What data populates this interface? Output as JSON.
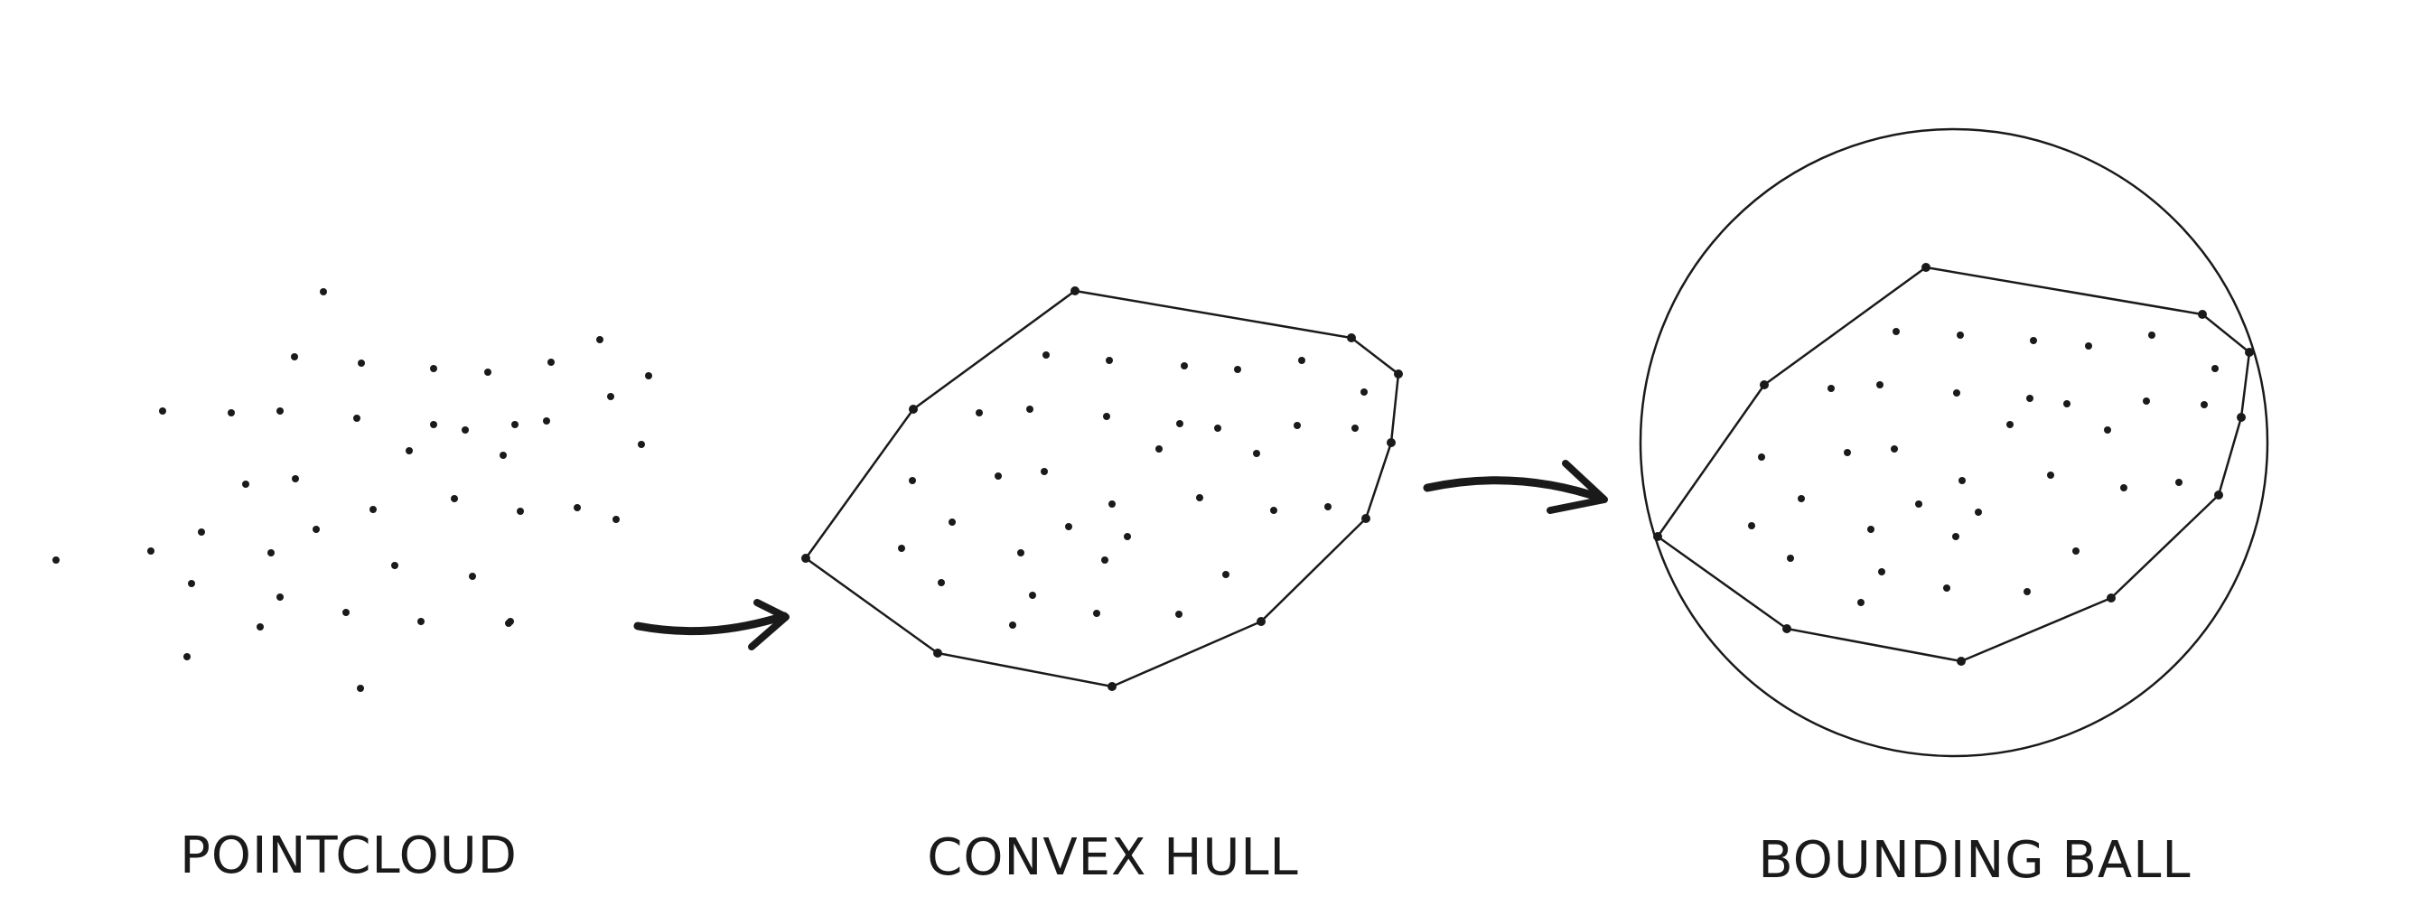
{
  "captions": {
    "pointcloud": "POINTCLOUD",
    "convex_hull": "CONVEX HULL",
    "bounding_ball": "BOUNDING BALL"
  },
  "colors": {
    "ink": "#1a1a1a",
    "background": "#ffffff"
  },
  "panels": [
    "pointcloud",
    "convex-hull",
    "bounding-ball"
  ],
  "arrows": 2
}
